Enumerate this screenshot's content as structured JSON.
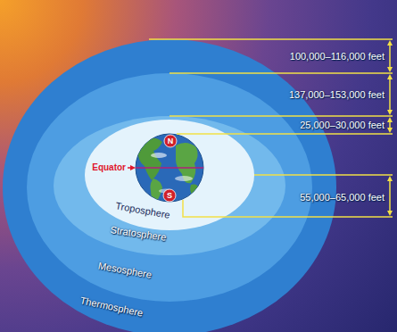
{
  "diagram": {
    "nodes": [
      {
        "text": [
          "Thermosphere"
        ]
      },
      {
        "text": [
          "Mesosphere"
        ],
        "in": 0
      },
      {
        "text": [
          "Stratosphere"
        ],
        "in": 1
      },
      {
        "text": [
          "Troposphere"
        ],
        "in": 2
      }
    ],
    "labels": [
      "100,000–116,000 feet",
      "137,000–153,000 feet",
      "25,000–30,000 feet",
      "55,000–65,000 feet",
      "N",
      "Equator",
      "S"
    ]
  }
}
